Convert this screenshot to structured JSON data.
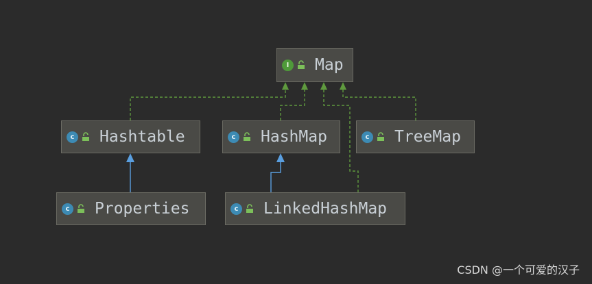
{
  "nodes": {
    "map": {
      "label": "Map",
      "kind": "interface",
      "badge": "I"
    },
    "hashtable": {
      "label": "Hashtable",
      "kind": "class",
      "badge": "c"
    },
    "hashmap": {
      "label": "HashMap",
      "kind": "class",
      "badge": "c"
    },
    "treemap": {
      "label": "TreeMap",
      "kind": "class",
      "badge": "c"
    },
    "properties": {
      "label": "Properties",
      "kind": "class",
      "badge": "c"
    },
    "linkedhashmap": {
      "label": "LinkedHashMap",
      "kind": "class",
      "badge": "c"
    }
  },
  "edges": [
    {
      "from": "Hashtable",
      "to": "Map",
      "type": "implements"
    },
    {
      "from": "HashMap",
      "to": "Map",
      "type": "implements"
    },
    {
      "from": "LinkedHashMap",
      "to": "Map",
      "type": "implements"
    },
    {
      "from": "TreeMap",
      "to": "Map",
      "type": "implements"
    },
    {
      "from": "Properties",
      "to": "Hashtable",
      "type": "extends"
    },
    {
      "from": "LinkedHashMap",
      "to": "HashMap",
      "type": "extends"
    }
  ],
  "colors": {
    "background": "#2b2b2b",
    "node_fill": "#4a4a46",
    "implements_edge": "#5f9a3e",
    "extends_edge": "#5a9fe0"
  },
  "watermark": "CSDN @一个可爱的汉子"
}
